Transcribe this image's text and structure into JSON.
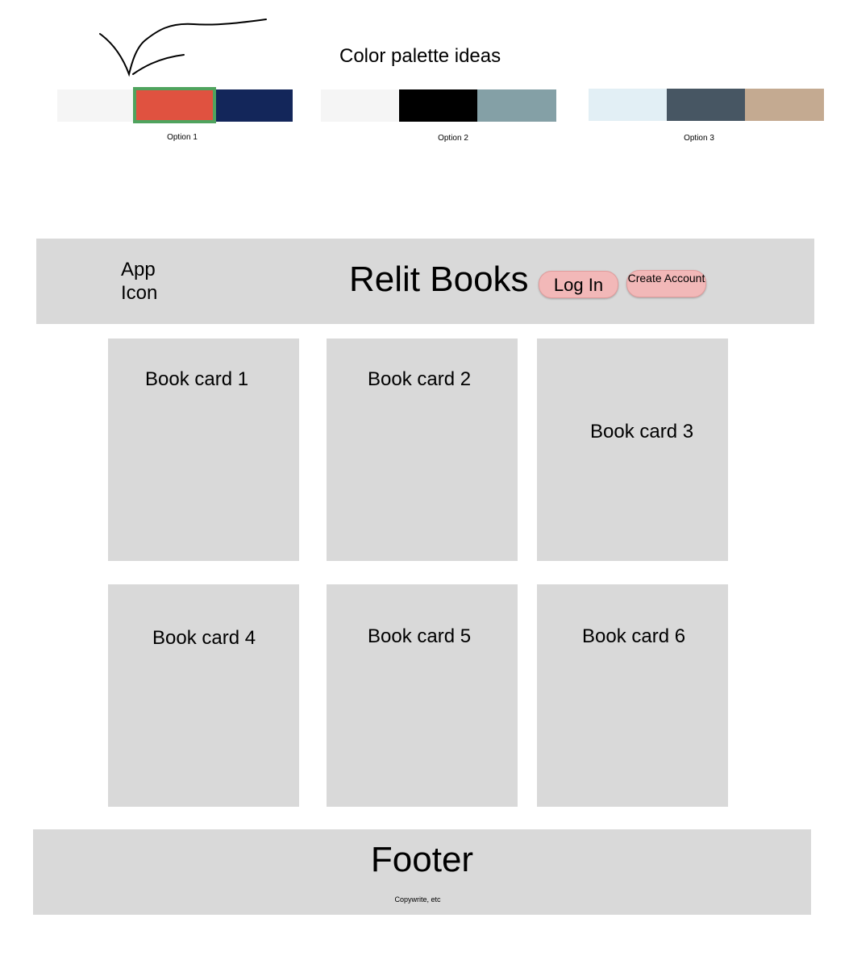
{
  "palette": {
    "title": "Color palette ideas",
    "options": [
      {
        "label": "Option 1",
        "colors": [
          "#f5f5f5",
          "#e05240",
          "#13265a"
        ]
      },
      {
        "label": "Option 2",
        "colors": [
          "#f5f5f5",
          "#000000",
          "#84a0a6"
        ]
      },
      {
        "label": "Option 3",
        "colors": [
          "#e2eff5",
          "#475663",
          "#c4aa91"
        ]
      }
    ],
    "selected_option": "Option 1",
    "selection_color": "#4fa35e"
  },
  "header": {
    "app_icon_label": "App Icon",
    "title": "Relit Books",
    "login_label": "Log In",
    "create_account_label": "Create Account"
  },
  "cards": [
    {
      "label": "Book card 1"
    },
    {
      "label": "Book card 2"
    },
    {
      "label": "Book card 3"
    },
    {
      "label": "Book card 4"
    },
    {
      "label": "Book card 5"
    },
    {
      "label": "Book card 6"
    }
  ],
  "footer": {
    "title": "Footer",
    "note": "Copywrite, etc"
  },
  "colors": {
    "panel": "#d9d9d9",
    "button_fill": "#f2b8b8"
  }
}
